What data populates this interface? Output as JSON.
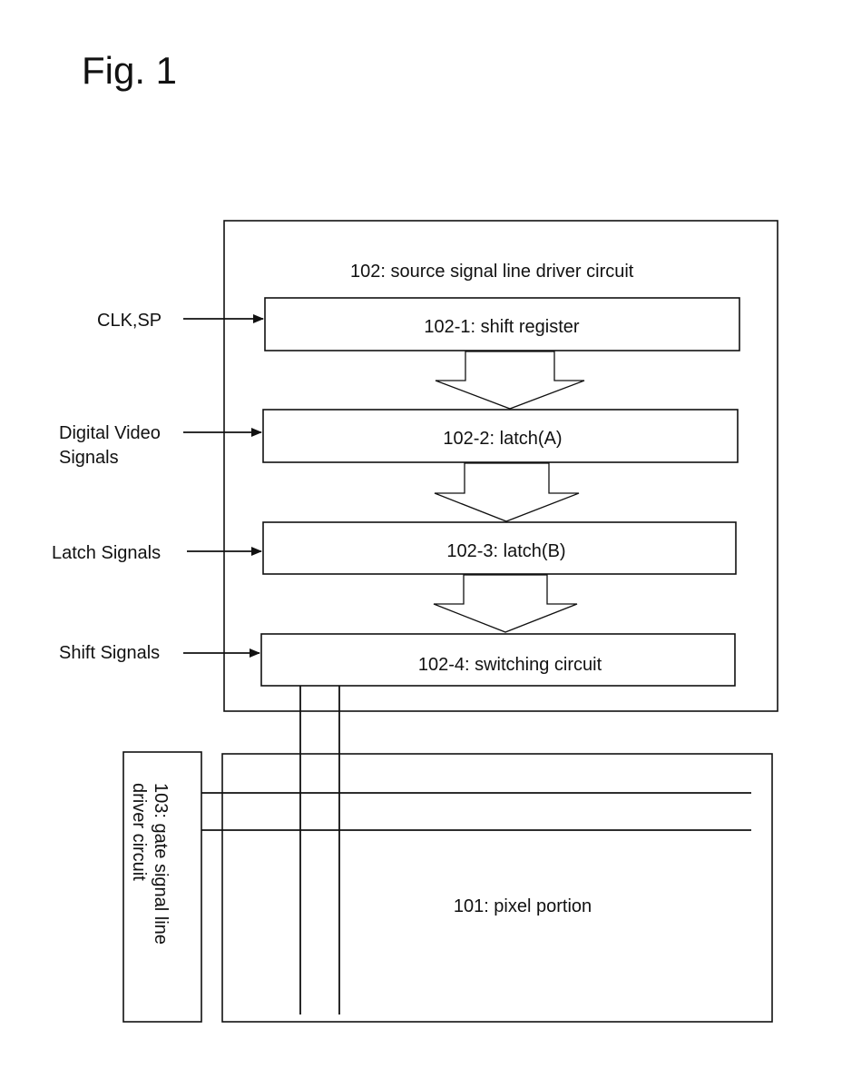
{
  "figure": {
    "title": "Fig. 1"
  },
  "source_driver": {
    "label": "102: source signal line driver circuit",
    "blocks": [
      {
        "label": "102-1: shift register"
      },
      {
        "label": "102-2: latch(A)"
      },
      {
        "label": "102-3: latch(B)"
      },
      {
        "label": "102-4: switching circuit"
      }
    ]
  },
  "inputs": {
    "clk_sp": "CLK,SP",
    "digital_video_line1": "Digital Video",
    "digital_video_line2": "Signals",
    "latch_signals": "Latch Signals",
    "shift_signals": "Shift Signals"
  },
  "gate_driver": {
    "label_line1": "103: gate signal line",
    "label_line2": "driver circuit"
  },
  "pixel_portion": {
    "label": "101: pixel portion"
  }
}
